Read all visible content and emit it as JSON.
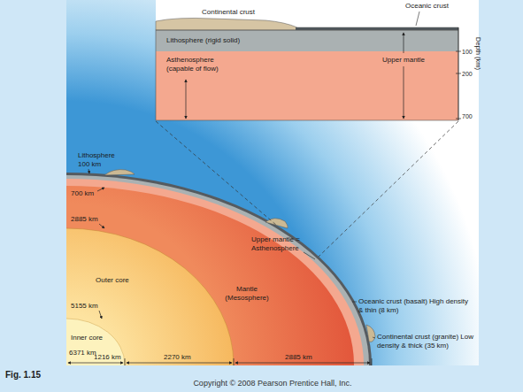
{
  "diagram": {
    "caption": "Fig. 1.15",
    "nodes": [
      {
        "text": [
          "Lithosphere (rigid solid)"
        ]
      },
      {
        "text": [
          "Asthenosphere (capable of flow)"
        ]
      }
    ],
    "labels": [
      "Continental crust",
      "Oceanic crust",
      "Upper mantle",
      "Depth (km)",
      "100",
      "200",
      "700",
      "Lithosphere 100 km",
      "700 km",
      "2885 km",
      "Upper mantle = Asthenosphere",
      "Mantle (Mesosphere)",
      "Oceanic crust (basalt) High density & thin (8 km)",
      "5155 km",
      "Outer core",
      "Inner core",
      "Continental crust (granite) Low density & thick (35 km)",
      "6371 km",
      "1216 km",
      "2270 km",
      "2885 km",
      "Copyright © 2008 Pearson Prentice Hall, Inc."
    ]
  }
}
